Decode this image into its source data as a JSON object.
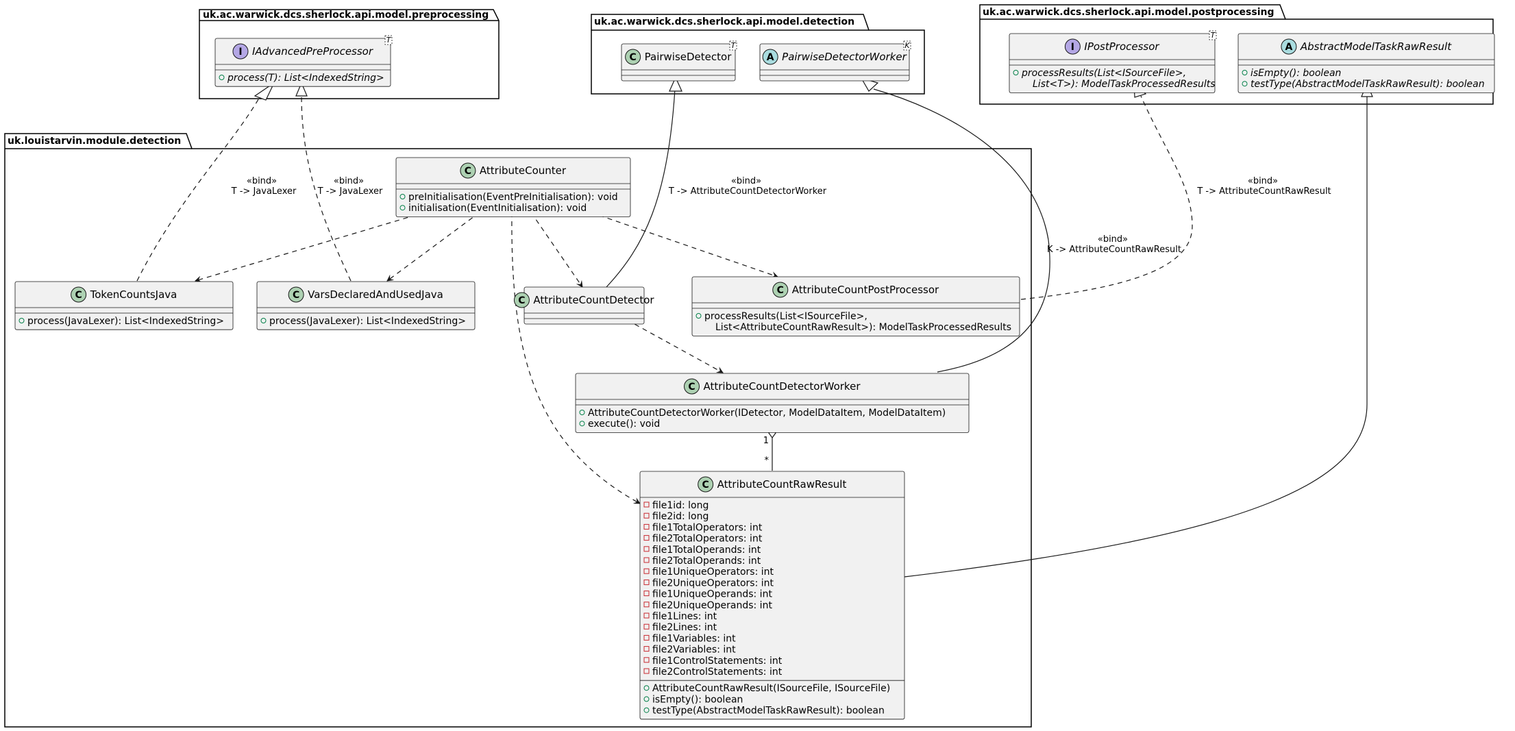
{
  "packages": {
    "preprocessing": "uk.ac.warwick.dcs.sherlock.api.model.preprocessing",
    "detection_api": "uk.ac.warwick.dcs.sherlock.api.model.detection",
    "postprocessing": "uk.ac.warwick.dcs.sherlock.api.model.postprocessing",
    "module": "uk.louistarvin.module.detection"
  },
  "colors": {
    "class_fill": "#f1f1f1",
    "class_border": "#181818",
    "class_icon": "#add1b2",
    "interface_icon": "#b4a7e5",
    "abstract_icon": "#a9dcdf",
    "private_marker": "#c82930",
    "public_marker": "#038048"
  },
  "classes": {
    "iadvanced": {
      "kind": "I",
      "name": "IAdvancedPreProcessor",
      "abstract": true,
      "tparam": "T",
      "fields": [],
      "methods": [
        {
          "vis": "+",
          "text": "process(T): List<IndexedString>",
          "abstract": true
        }
      ]
    },
    "pairwise_detector": {
      "kind": "C",
      "name": "PairwiseDetector",
      "abstract": false,
      "tparam": "T",
      "fields": [],
      "methods": []
    },
    "pairwise_worker": {
      "kind": "A",
      "name": "PairwiseDetectorWorker",
      "abstract": true,
      "tparam": "K",
      "fields": [],
      "methods": []
    },
    "ipostprocessor": {
      "kind": "I",
      "name": "IPostProcessor",
      "abstract": true,
      "tparam": "T",
      "fields": [],
      "methods": [
        {
          "vis": "+",
          "text": "processResults(List<ISourceFile>,",
          "cont": "List<T>): ModelTaskProcessedResults",
          "abstract": true
        }
      ]
    },
    "abstract_raw": {
      "kind": "A",
      "name": "AbstractModelTaskRawResult",
      "abstract": true,
      "tparam": "",
      "fields": [],
      "methods": [
        {
          "vis": "+",
          "text": "isEmpty(): boolean",
          "abstract": true
        },
        {
          "vis": "+",
          "text": "testType(AbstractModelTaskRawResult): boolean",
          "abstract": true
        }
      ]
    },
    "attribute_counter": {
      "kind": "C",
      "name": "AttributeCounter",
      "abstract": false,
      "tparam": "",
      "fields": [],
      "methods": [
        {
          "vis": "+",
          "text": "preInitialisation(EventPreInitialisation): void"
        },
        {
          "vis": "+",
          "text": "initialisation(EventInitialisation): void"
        }
      ]
    },
    "token_counts": {
      "kind": "C",
      "name": "TokenCountsJava",
      "abstract": false,
      "tparam": "",
      "fields": [],
      "methods": [
        {
          "vis": "+",
          "text": "process(JavaLexer): List<IndexedString>"
        }
      ]
    },
    "vars_declared": {
      "kind": "C",
      "name": "VarsDeclaredAndUsedJava",
      "abstract": false,
      "tparam": "",
      "fields": [],
      "methods": [
        {
          "vis": "+",
          "text": "process(JavaLexer): List<IndexedString>"
        }
      ]
    },
    "count_detector": {
      "kind": "C",
      "name": "AttributeCountDetector",
      "abstract": false,
      "tparam": "",
      "fields": [],
      "methods": []
    },
    "post_processor": {
      "kind": "C",
      "name": "AttributeCountPostProcessor",
      "abstract": false,
      "tparam": "",
      "fields": [],
      "methods": [
        {
          "vis": "+",
          "text": "processResults(List<ISourceFile>,",
          "cont": "List<AttributeCountRawResult>): ModelTaskProcessedResults"
        }
      ]
    },
    "detector_worker": {
      "kind": "C",
      "name": "AttributeCountDetectorWorker",
      "abstract": false,
      "tparam": "",
      "fields": [],
      "methods": [
        {
          "vis": "+",
          "text": "AttributeCountDetectorWorker(IDetector, ModelDataItem, ModelDataItem)"
        },
        {
          "vis": "+",
          "text": "execute(): void"
        }
      ]
    },
    "raw_result": {
      "kind": "C",
      "name": "AttributeCountRawResult",
      "abstract": false,
      "tparam": "",
      "fields": [
        {
          "vis": "-",
          "text": "file1id: long"
        },
        {
          "vis": "-",
          "text": "file2id: long"
        },
        {
          "vis": "-",
          "text": "file1TotalOperators: int"
        },
        {
          "vis": "-",
          "text": "file2TotalOperators: int"
        },
        {
          "vis": "-",
          "text": "file1TotalOperands: int"
        },
        {
          "vis": "-",
          "text": "file2TotalOperands: int"
        },
        {
          "vis": "-",
          "text": "file1UniqueOperators: int"
        },
        {
          "vis": "-",
          "text": "file2UniqueOperators: int"
        },
        {
          "vis": "-",
          "text": "file1UniqueOperands: int"
        },
        {
          "vis": "-",
          "text": "file2UniqueOperands: int"
        },
        {
          "vis": "-",
          "text": "file1Lines: int"
        },
        {
          "vis": "-",
          "text": "file2Lines: int"
        },
        {
          "vis": "-",
          "text": "file1Variables: int"
        },
        {
          "vis": "-",
          "text": "file2Variables: int"
        },
        {
          "vis": "-",
          "text": "file1ControlStatements: int"
        },
        {
          "vis": "-",
          "text": "file2ControlStatements: int"
        }
      ],
      "methods": [
        {
          "vis": "+",
          "text": "AttributeCountRawResult(ISourceFile, ISourceFile)"
        },
        {
          "vis": "+",
          "text": "isEmpty(): boolean"
        },
        {
          "vis": "+",
          "text": "testType(AbstractModelTaskRawResult): boolean"
        }
      ]
    }
  },
  "edge_labels": {
    "bind_token": [
      "«bind»",
      "T -> JavaLexer"
    ],
    "bind_vars": [
      "«bind»",
      "T -> JavaLexer"
    ],
    "bind_detector": [
      "«bind»",
      "T -> AttributeCountDetectorWorker"
    ],
    "bind_worker": [
      "«bind»",
      "K -> AttributeCountRawResult"
    ],
    "bind_post": [
      "«bind»",
      "T -> AttributeCountRawResult"
    ],
    "mult_one": "1",
    "mult_many": "*"
  }
}
